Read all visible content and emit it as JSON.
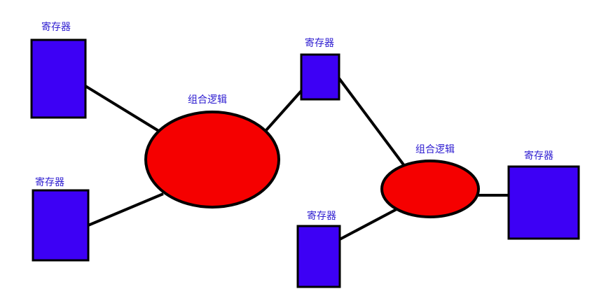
{
  "registers": [
    {
      "label": "寄存器"
    },
    {
      "label": "寄存器"
    },
    {
      "label": "寄存器"
    },
    {
      "label": "寄存器"
    },
    {
      "label": "寄存器"
    }
  ],
  "logic_blocks": [
    {
      "label": "组合逻辑"
    },
    {
      "label": "组合逻辑"
    }
  ],
  "colors": {
    "register_fill": "#3d00f5",
    "logic_fill": "#f50000",
    "label_text": "#2c1bd0",
    "outline": "#000000"
  }
}
